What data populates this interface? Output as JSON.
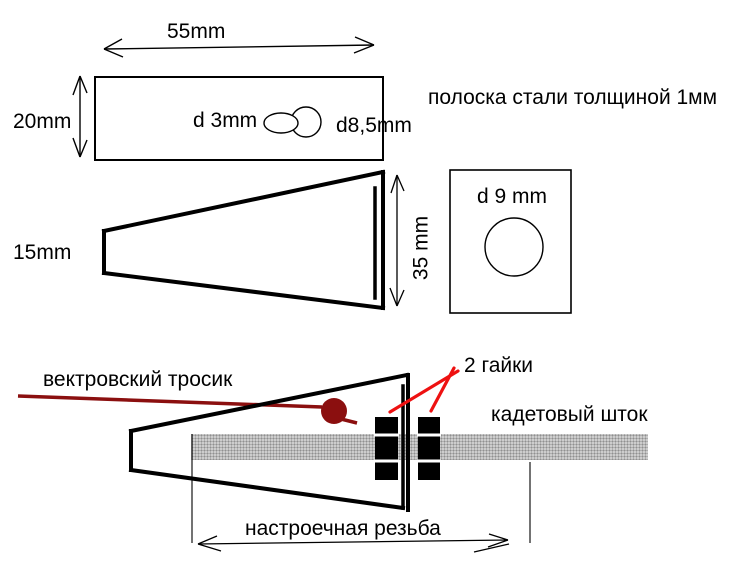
{
  "diagram": {
    "type": "technical-drawing",
    "labels": {
      "dim_length": "55mm",
      "dim_width": "20mm",
      "hole_small": "d 3mm",
      "hole_large": "d8,5mm",
      "material_note": "полоска стали толщиной 1мм",
      "dim_narrow_end": "15mm",
      "dim_wide_end": "35 mm",
      "hole_plate": "d 9 mm",
      "cable_label": "вектровский тросик",
      "nuts_label": "2 гайки",
      "rod_label": "кадетовый шток",
      "thread_label": "настроечная резьба"
    },
    "colors": {
      "background": "#ffffff",
      "line": "#000000",
      "cable_dark_red": "#8b0f0f",
      "pointer_red": "#ee1111",
      "rod_gray": "#cdcdcd"
    }
  }
}
